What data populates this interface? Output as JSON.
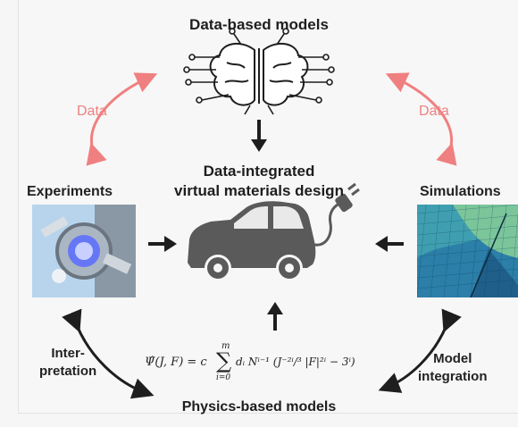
{
  "labels": {
    "top": "Data-based models",
    "bottom": "Physics-based models",
    "center_line1": "Data-integrated",
    "center_line2": "virtual materials design",
    "experiments": "Experiments",
    "simulations": "Simulations",
    "data_left": "Data",
    "data_right": "Data",
    "interpretation_line1": "Inter-",
    "interpretation_line2": "pretation",
    "model_integration_line1": "Model",
    "model_integration_line2": "integration"
  },
  "formula": {
    "lhs": "Ψ̂(J, F) = c",
    "sum_top": "m",
    "sum_bottom": "i=0",
    "term": "dᵢ Nⁱ⁻¹ (J⁻²ⁱ/³ |F|²ⁱ − 3ⁱ)"
  },
  "colors": {
    "data_arrow": "#f08080",
    "dark_arrow": "#1e1e1e",
    "car": "#5a5a5a"
  },
  "icons": [
    "brain-circuit-icon",
    "electric-car-icon",
    "plug-icon",
    "experiment-photo",
    "simulation-mesh-image"
  ]
}
